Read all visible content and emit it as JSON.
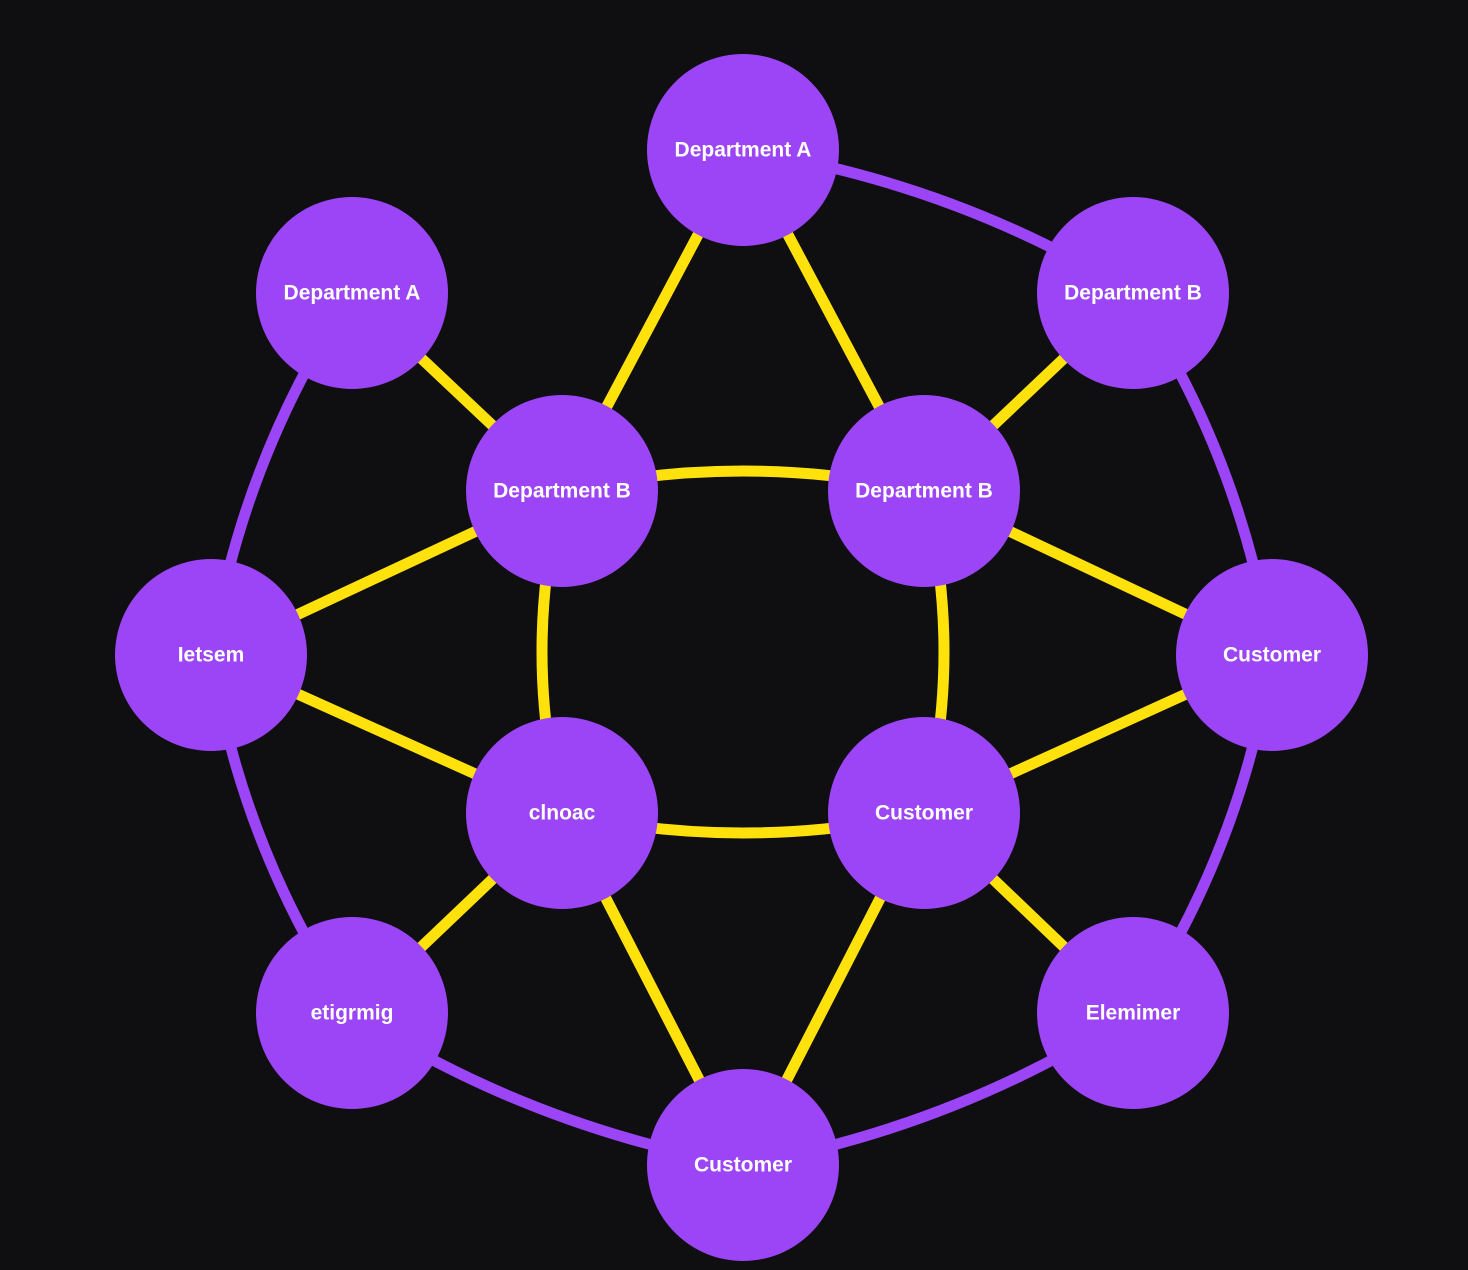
{
  "colors": {
    "background": "#0f0e10",
    "node_fill": "#9b45f6",
    "outer_edge": "#9b45f6",
    "inner_edge": "#ffe20c",
    "label": "#ffffff"
  },
  "nodes": [
    {
      "id": "top",
      "label": "Department A"
    },
    {
      "id": "upper-left",
      "label": "Department A"
    },
    {
      "id": "upper-right",
      "label": "Department B"
    },
    {
      "id": "inner-upper-left",
      "label": "Department B"
    },
    {
      "id": "inner-upper-right",
      "label": "Department B"
    },
    {
      "id": "left",
      "label": "Ietsem"
    },
    {
      "id": "right",
      "label": "Customer"
    },
    {
      "id": "inner-lower-left",
      "label": "clnoac"
    },
    {
      "id": "inner-lower-right",
      "label": "Customer"
    },
    {
      "id": "lower-left",
      "label": "etigrmig"
    },
    {
      "id": "lower-right",
      "label": "Elemimer"
    },
    {
      "id": "bottom",
      "label": "Customer"
    }
  ],
  "edges": [
    {
      "from": "top",
      "to": "upper-right",
      "kind": "outer"
    },
    {
      "from": "upper-right",
      "to": "right",
      "kind": "outer"
    },
    {
      "from": "right",
      "to": "lower-right",
      "kind": "outer"
    },
    {
      "from": "lower-right",
      "to": "bottom",
      "kind": "outer"
    },
    {
      "from": "bottom",
      "to": "lower-left",
      "kind": "outer"
    },
    {
      "from": "lower-left",
      "to": "left",
      "kind": "outer"
    },
    {
      "from": "left",
      "to": "upper-left",
      "kind": "outer"
    },
    {
      "from": "top",
      "to": "inner-upper-left",
      "kind": "inner"
    },
    {
      "from": "top",
      "to": "inner-upper-right",
      "kind": "inner"
    },
    {
      "from": "upper-left",
      "to": "inner-upper-left",
      "kind": "inner"
    },
    {
      "from": "upper-right",
      "to": "inner-upper-right",
      "kind": "inner"
    },
    {
      "from": "left",
      "to": "inner-upper-left",
      "kind": "inner"
    },
    {
      "from": "left",
      "to": "inner-lower-left",
      "kind": "inner"
    },
    {
      "from": "right",
      "to": "inner-upper-right",
      "kind": "inner"
    },
    {
      "from": "right",
      "to": "inner-lower-right",
      "kind": "inner"
    },
    {
      "from": "lower-left",
      "to": "inner-lower-left",
      "kind": "inner"
    },
    {
      "from": "lower-right",
      "to": "inner-lower-right",
      "kind": "inner"
    },
    {
      "from": "bottom",
      "to": "inner-lower-left",
      "kind": "inner"
    },
    {
      "from": "bottom",
      "to": "inner-lower-right",
      "kind": "inner"
    },
    {
      "from": "inner-upper-left",
      "to": "inner-upper-right",
      "kind": "ring"
    },
    {
      "from": "inner-upper-right",
      "to": "inner-lower-right",
      "kind": "ring"
    },
    {
      "from": "inner-lower-right",
      "to": "inner-lower-left",
      "kind": "ring"
    },
    {
      "from": "inner-lower-left",
      "to": "inner-upper-left",
      "kind": "ring"
    }
  ]
}
